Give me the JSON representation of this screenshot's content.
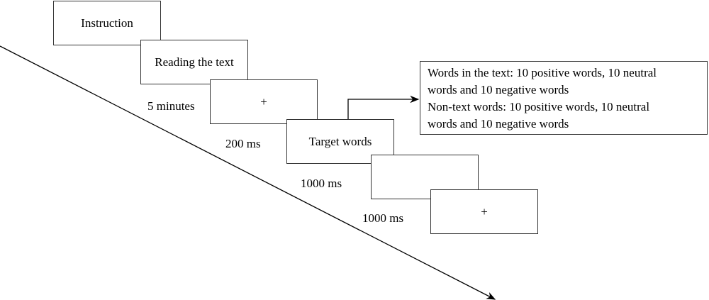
{
  "diagram": {
    "type": "trial-sequence",
    "screens": [
      {
        "id": "instruction",
        "text": "Instruction"
      },
      {
        "id": "reading",
        "text": "Reading the text"
      },
      {
        "id": "fixation-1",
        "text": "+"
      },
      {
        "id": "target",
        "text": "Target words"
      },
      {
        "id": "blank",
        "text": ""
      },
      {
        "id": "fixation-2",
        "text": "+"
      }
    ],
    "durations": [
      "5 minutes",
      "200 ms",
      "1000 ms",
      "1000 ms"
    ],
    "info_lines": [
      "Words in the text: 10 positive words, 10 neutral",
      "words and 10 negative words",
      "Non-text words: 10 positive words, 10 neutral",
      "words and 10 negative words"
    ]
  }
}
